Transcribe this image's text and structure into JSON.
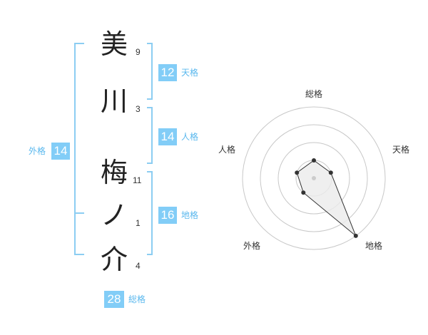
{
  "name": {
    "characters": [
      {
        "char": "美",
        "strokes": "9"
      },
      {
        "char": "川",
        "strokes": "3"
      },
      {
        "char": "梅",
        "strokes": "11"
      },
      {
        "char": "ノ",
        "strokes": "1"
      },
      {
        "char": "介",
        "strokes": "4"
      }
    ]
  },
  "fortunes": {
    "tenkaku": {
      "value": "12",
      "label": "天格"
    },
    "jinkaku": {
      "value": "14",
      "label": "人格"
    },
    "chikaku": {
      "value": "16",
      "label": "地格"
    },
    "gaikaku": {
      "value": "14",
      "label": "外格"
    },
    "soukaku": {
      "value": "28",
      "label": "総格"
    }
  },
  "radar": {
    "labels": {
      "top": "総格",
      "right": "天格",
      "left": "人格",
      "bottom_left": "外格",
      "bottom_right": "地格"
    },
    "levels": 4,
    "max": 4,
    "values": {
      "soukaku": 1,
      "tenkaku": 1,
      "chikaku": 4,
      "gaikaku": 1,
      "jinkaku": 1
    },
    "colors": {
      "ring": "#c8c8c8",
      "polygon_stroke": "#333333",
      "polygon_fill": "#ebebeb",
      "point": "#333333",
      "center": "#cccccc"
    }
  },
  "colors": {
    "accent": "#82cdf7",
    "bracket": "#8ccdf2",
    "label_text": "#5ab8ee"
  }
}
